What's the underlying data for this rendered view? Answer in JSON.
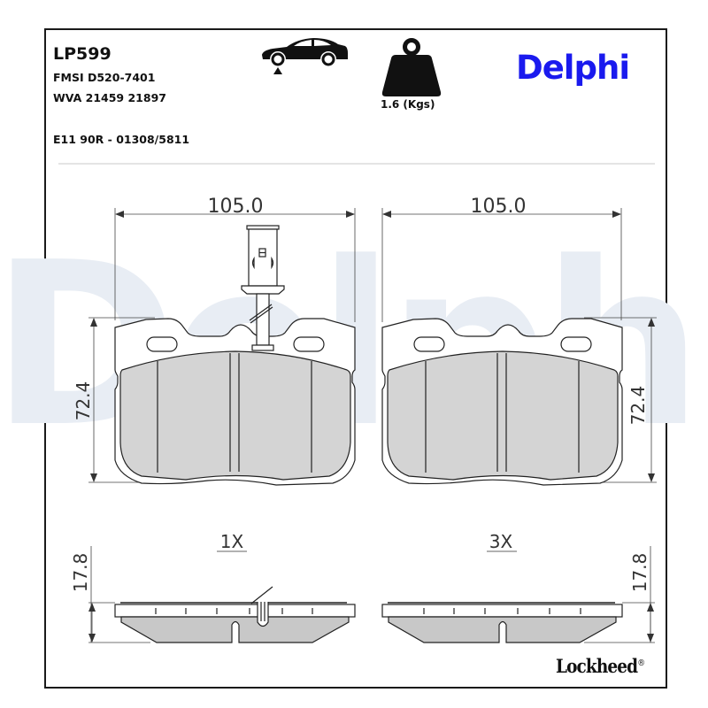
{
  "header": {
    "part_number": "LP599",
    "fmsi": "FMSI D520-7401",
    "wva": "WVA 21459 21897",
    "ece_approval": "E11 90R - 01308/5811"
  },
  "icons": {
    "axle": "car-front-axle-icon",
    "weight": "weight-icon"
  },
  "weight": {
    "label": "1.6 (Kgs)",
    "value": 1.6,
    "unit": "Kgs"
  },
  "brand": {
    "name": "Delphi",
    "color": "#1a1aee",
    "watermark": "Delphi",
    "watermark_color": "#e8edf4",
    "footer_brand": "Lockheed",
    "footer_mark": "®"
  },
  "drawings": {
    "left_pad": {
      "width_label": "105.0",
      "height_label": "72.4",
      "has_wear_sensor": true
    },
    "right_pad": {
      "width_label": "105.0",
      "height_label": "72.4",
      "has_wear_sensor": false
    },
    "left_side_view": {
      "quantity_label": "1X",
      "thickness_label": "17.8"
    },
    "right_side_view": {
      "quantity_label": "3X",
      "thickness_label": "17.8"
    }
  },
  "colors": {
    "friction_material": "#c8c8c8",
    "line": "#222222",
    "frame": "#1a1a1a"
  }
}
